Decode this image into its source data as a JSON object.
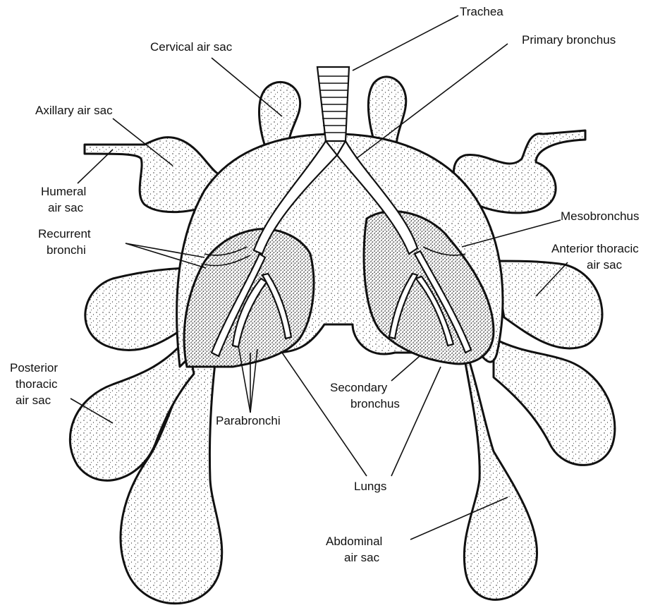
{
  "labels": {
    "trachea": "Trachea",
    "cervical_air_sac": "Cervical air sac",
    "primary_bronchus": "Primary bronchus",
    "axillary_air_sac": "Axillary air sac",
    "humeral_air_sac_1": "Humeral",
    "humeral_air_sac_2": "air sac",
    "mesobronchus": "Mesobronchus",
    "recurrent_bronchi_1": "Recurrent",
    "recurrent_bronchi_2": "bronchi",
    "anterior_thoracic_1": "Anterior thoracic",
    "anterior_thoracic_2": "air sac",
    "posterior_thoracic_1": "Posterior",
    "posterior_thoracic_2": "thoracic",
    "posterior_thoracic_3": "air sac",
    "secondary_bronchus_1": "Secondary",
    "secondary_bronchus_2": "bronchus",
    "parabronchi": "Parabronchi",
    "lungs": "Lungs",
    "abdominal_air_sac_1": "Abdominal",
    "abdominal_air_sac_2": "air sac"
  }
}
